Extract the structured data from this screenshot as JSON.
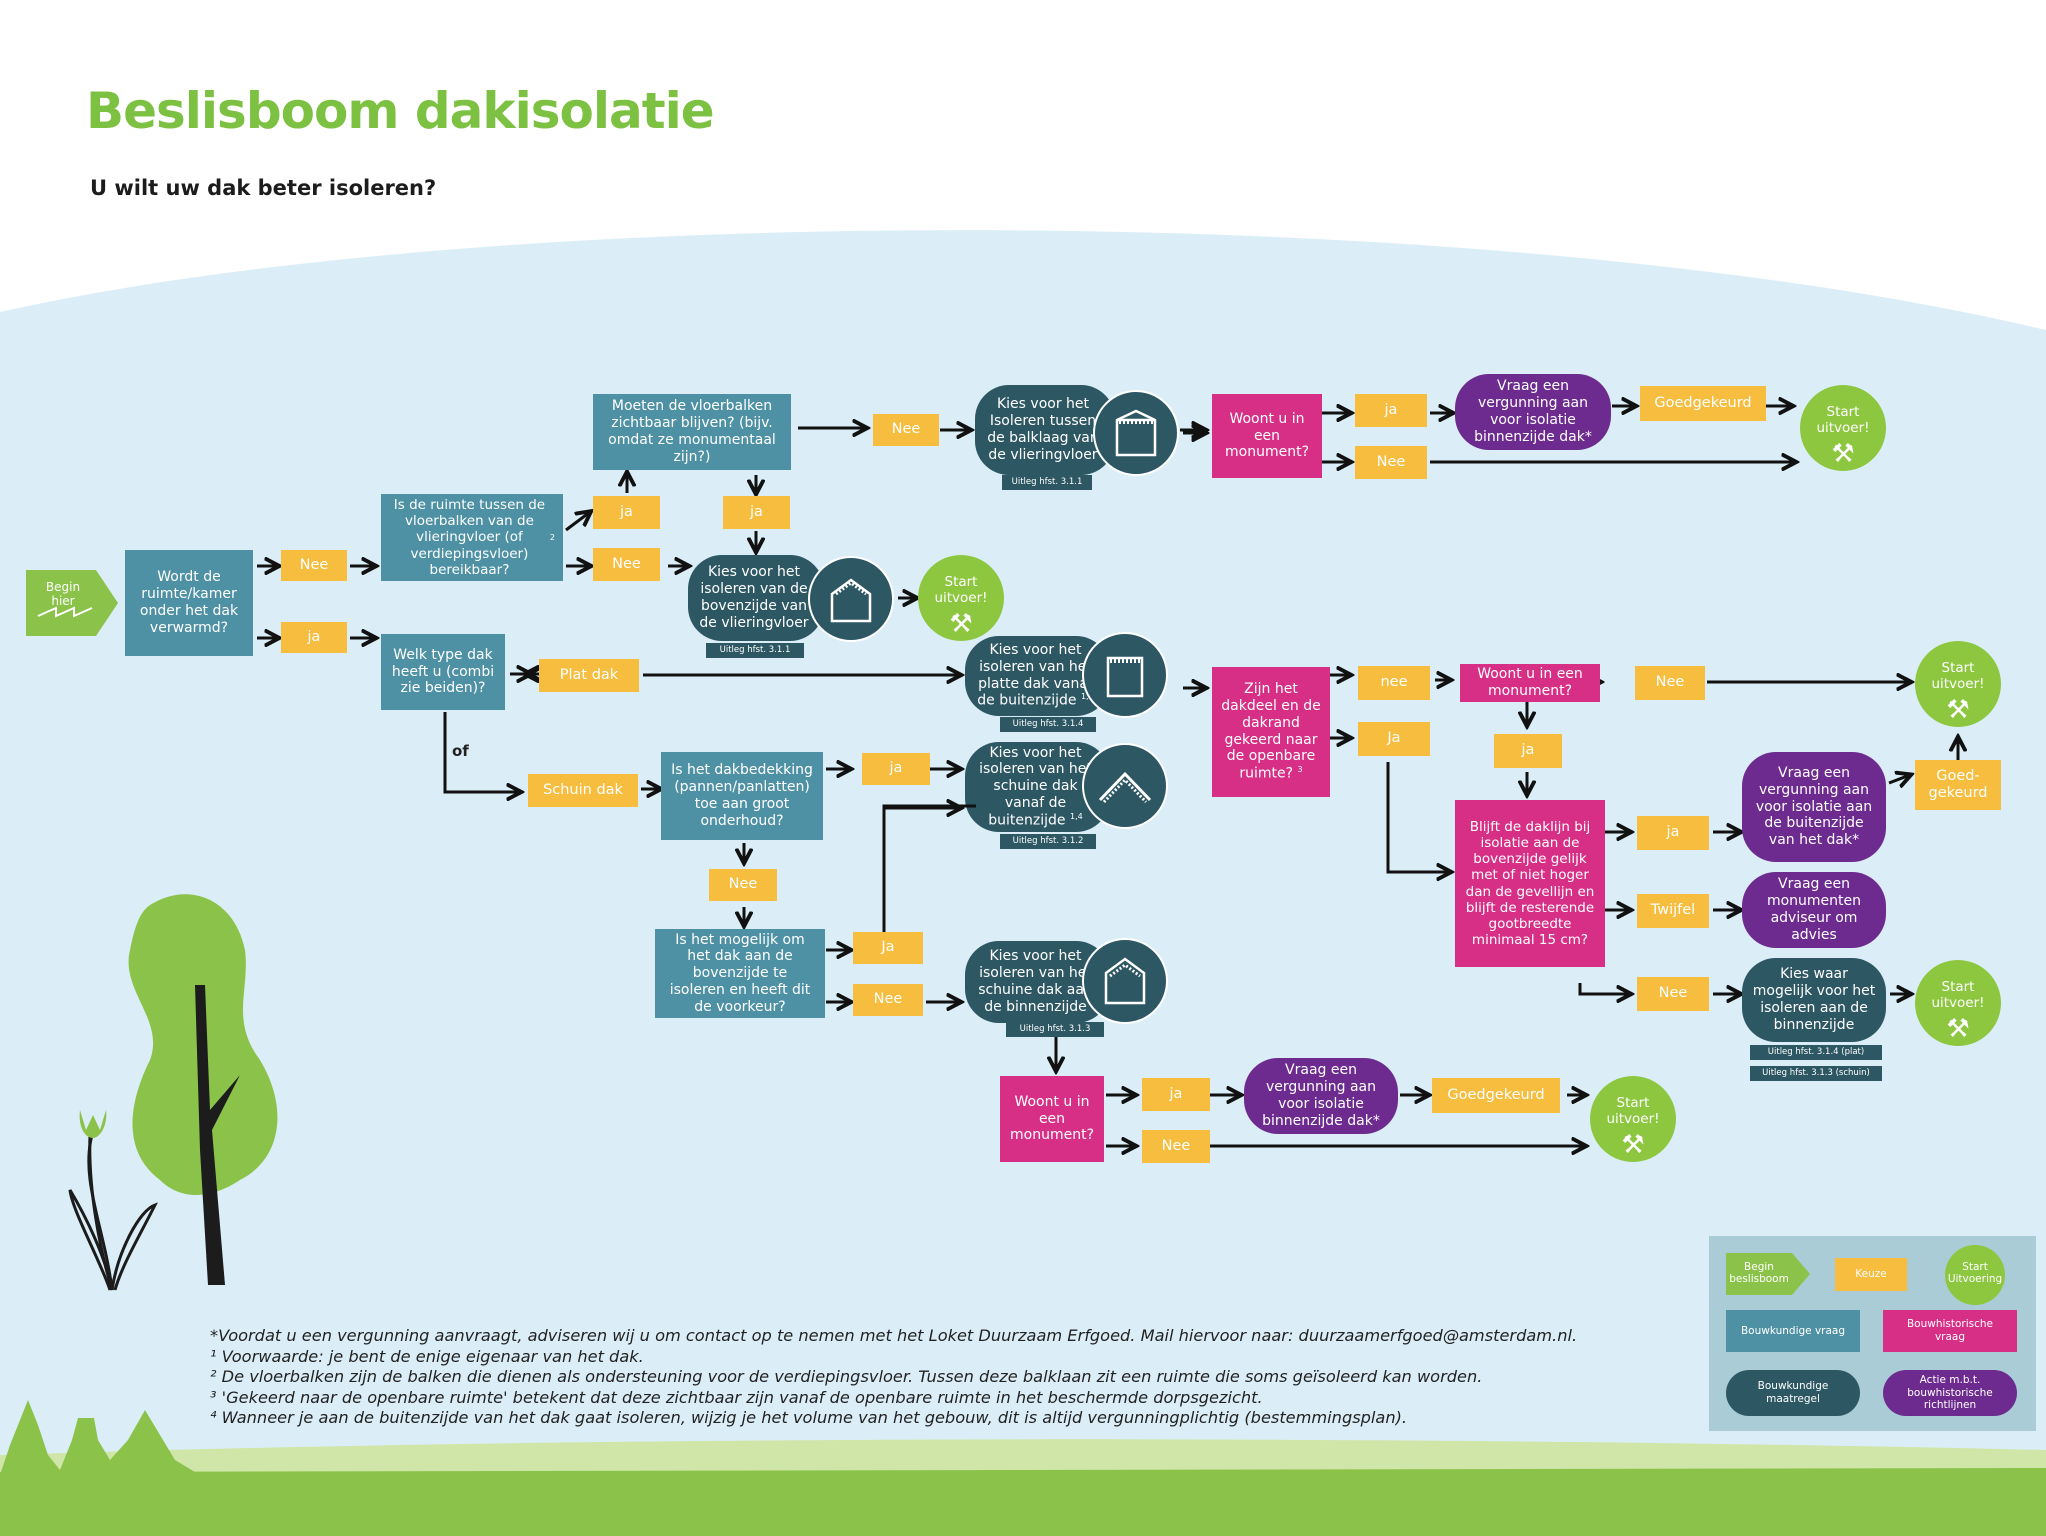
{
  "title": "Beslisboom dakisolatie",
  "subtitle": "U wilt uw dak beter isoleren?",
  "colors": {
    "bouwkundige_vraag": "#4f91a4",
    "keuze": "#f6bd3e",
    "bouwkundige_maatregel": "#2d5763",
    "bouwhistorische_vraag": "#d72f86",
    "actie": "#6d2b8f",
    "start": "#8dc63f",
    "title": "#7dc142"
  },
  "nodes": {
    "begin": "Begin hier",
    "q_verwarmd": "Wordt de ruimte/kamer onder het dak verwarmd?",
    "k_nee1": "Nee",
    "k_ja1": "ja",
    "q_bereikbaar": "Is de ruimte tussen de vloerbalken van de vlieringvloer (of verdiepingsvloer) bereikbaar?",
    "q_bereikbaar_sup": "2",
    "k_ja_up": "ja",
    "k_nee_right": "Nee",
    "q_zichtbaar": "Moeten de vloerbalken zichtbaar blijven? (bijv. omdat ze monumentaal zijn?)",
    "k_nee_top": "Nee",
    "k_ja_down": "ja",
    "m_balklaag": "Kies voor het Isoleren tussen de balklaag van de vlieringvloer",
    "ref_311": "Uitleg hfst. 3.1.1",
    "h_monument1": "Woont u in een monument?",
    "k_ja_m1": "ja",
    "k_nee_m1": "Nee",
    "a_vergunning1": "Vraag een vergunning aan voor isolatie binnenzijde dak*",
    "k_goedgekeurd1": "Goedgekeurd",
    "start1": "Start uitvoer!",
    "m_bovenzijde": "Kies voor het isoleren van de bovenzijde van de vlieringvloer",
    "ref_311b": "Uitleg hfst. 3.1.1",
    "start2": "Start uitvoer!",
    "q_daktype": "Welk type dak heeft u (combi zie beiden)?",
    "k_plat": "Plat dak",
    "of": "of",
    "k_schuin": "Schuin dak",
    "m_plat": "Kies voor het isoleren van het platte dak vanaf de buitenzijde",
    "m_plat_sup": "1,4",
    "ref_314": "Uitleg hfst. 3.1.4",
    "q_onderhoud": "Is het dakbedekking (pannen/panlatten) toe aan groot onderhoud?",
    "k_ja_onderhoud": "ja",
    "k_nee_onderhoud": "Nee",
    "m_schuin_buiten": "Kies voor het isoleren van het schuine dak vanaf de buitenzijde",
    "m_schuin_buiten_sup": "1,4",
    "ref_312": "Uitleg hfst. 3.1.2",
    "q_mogelijk": "Is het mogelijk om het dak aan de bovenzijde te isoleren en heeft dit de voorkeur?",
    "k_ja_mogelijk": "Ja",
    "k_nee_mogelijk": "Nee",
    "m_schuin_binnen": "Kies voor het isoleren van het schuine dak aan de binnenzijde",
    "ref_313": "Uitleg hfst. 3.1.3",
    "h_monument3": "Woont u in een monument?",
    "k_ja_m3": "ja",
    "k_nee_m3": "Nee",
    "a_vergunning3": "Vraag een vergunning aan voor isolatie binnenzijde dak*",
    "k_goedgekeurd3": "Goedgekeurd",
    "start3": "Start uitvoer!",
    "h_gekeerd": "Zijn het dakdeel en de dakrand gekeerd naar de openbare ruimte?",
    "h_gekeerd_sup": "3",
    "k_nee_gekeerd": "nee",
    "k_ja_gekeerd": "Ja",
    "h_monument2": "Woont u in een monument?",
    "k_nee_m2": "Nee",
    "k_ja_m2": "ja",
    "start4": "Start uitvoer!",
    "h_daklijn": "Blijft de daklijn bij isolatie aan de bovenzijde gelijk met of niet hoger dan de gevellijn en blijft de resterende gootbreedte minimaal 15 cm?",
    "k_ja_daklijn": "ja",
    "k_twijfel": "Twijfel",
    "k_nee_daklijn": "Nee",
    "a_vergunning2": "Vraag een vergunning aan voor isolatie aan de buitenzijde van het dak*",
    "k_goedgekeurd2": "Goed-gekeurd",
    "start5": "Start uitvoer!",
    "a_adviseur": "Vraag een monumenten adviseur om advies",
    "m_waar": "Kies waar mogelijk voor het isoleren aan de binnenzijde",
    "ref_314_plat": "Uitleg hfst. 3.1.4 (plat)",
    "ref_313_schuin": "Uitleg hfst. 3.1.3 (schuin)",
    "start6": "Start uitvoer!"
  },
  "notes": [
    "*Voordat u een vergunning aanvraagt, adviseren wij u om contact op te nemen met het Loket Duurzaam Erfgoed. Mail hiervoor naar: duurzaamerfgoed@amsterdam.nl.",
    "¹ Voorwaarde: je bent de enige eigenaar van het dak.",
    "² De vloerbalken zijn de balken die dienen als ondersteuning voor de verdiepingsvloer. Tussen deze balklaan zit een ruimte die soms geïsoleerd kan worden.",
    "³ 'Gekeerd naar de openbare ruimte' betekent dat deze zichtbaar zijn vanaf de openbare ruimte in het beschermde dorpsgezicht.",
    "⁴ Wanneer je aan de buitenzijde van het dak gaat isoleren, wijzig je het volume van het gebouw, dit is altijd vergunningplichtig (bestemmingsplan)."
  ],
  "legend": {
    "begin": "Begin beslisboom",
    "keuze": "Keuze",
    "start": "Start Uitvoering",
    "bouwkundige_vraag": "Bouwkundige vraag",
    "bouwhistorische_vraag": "Bouwhistorische vraag",
    "bouwkundige_maatregel": "Bouwkundige maatregel",
    "actie": "Actie m.b.t. bouwhistorische richtlijnen"
  }
}
